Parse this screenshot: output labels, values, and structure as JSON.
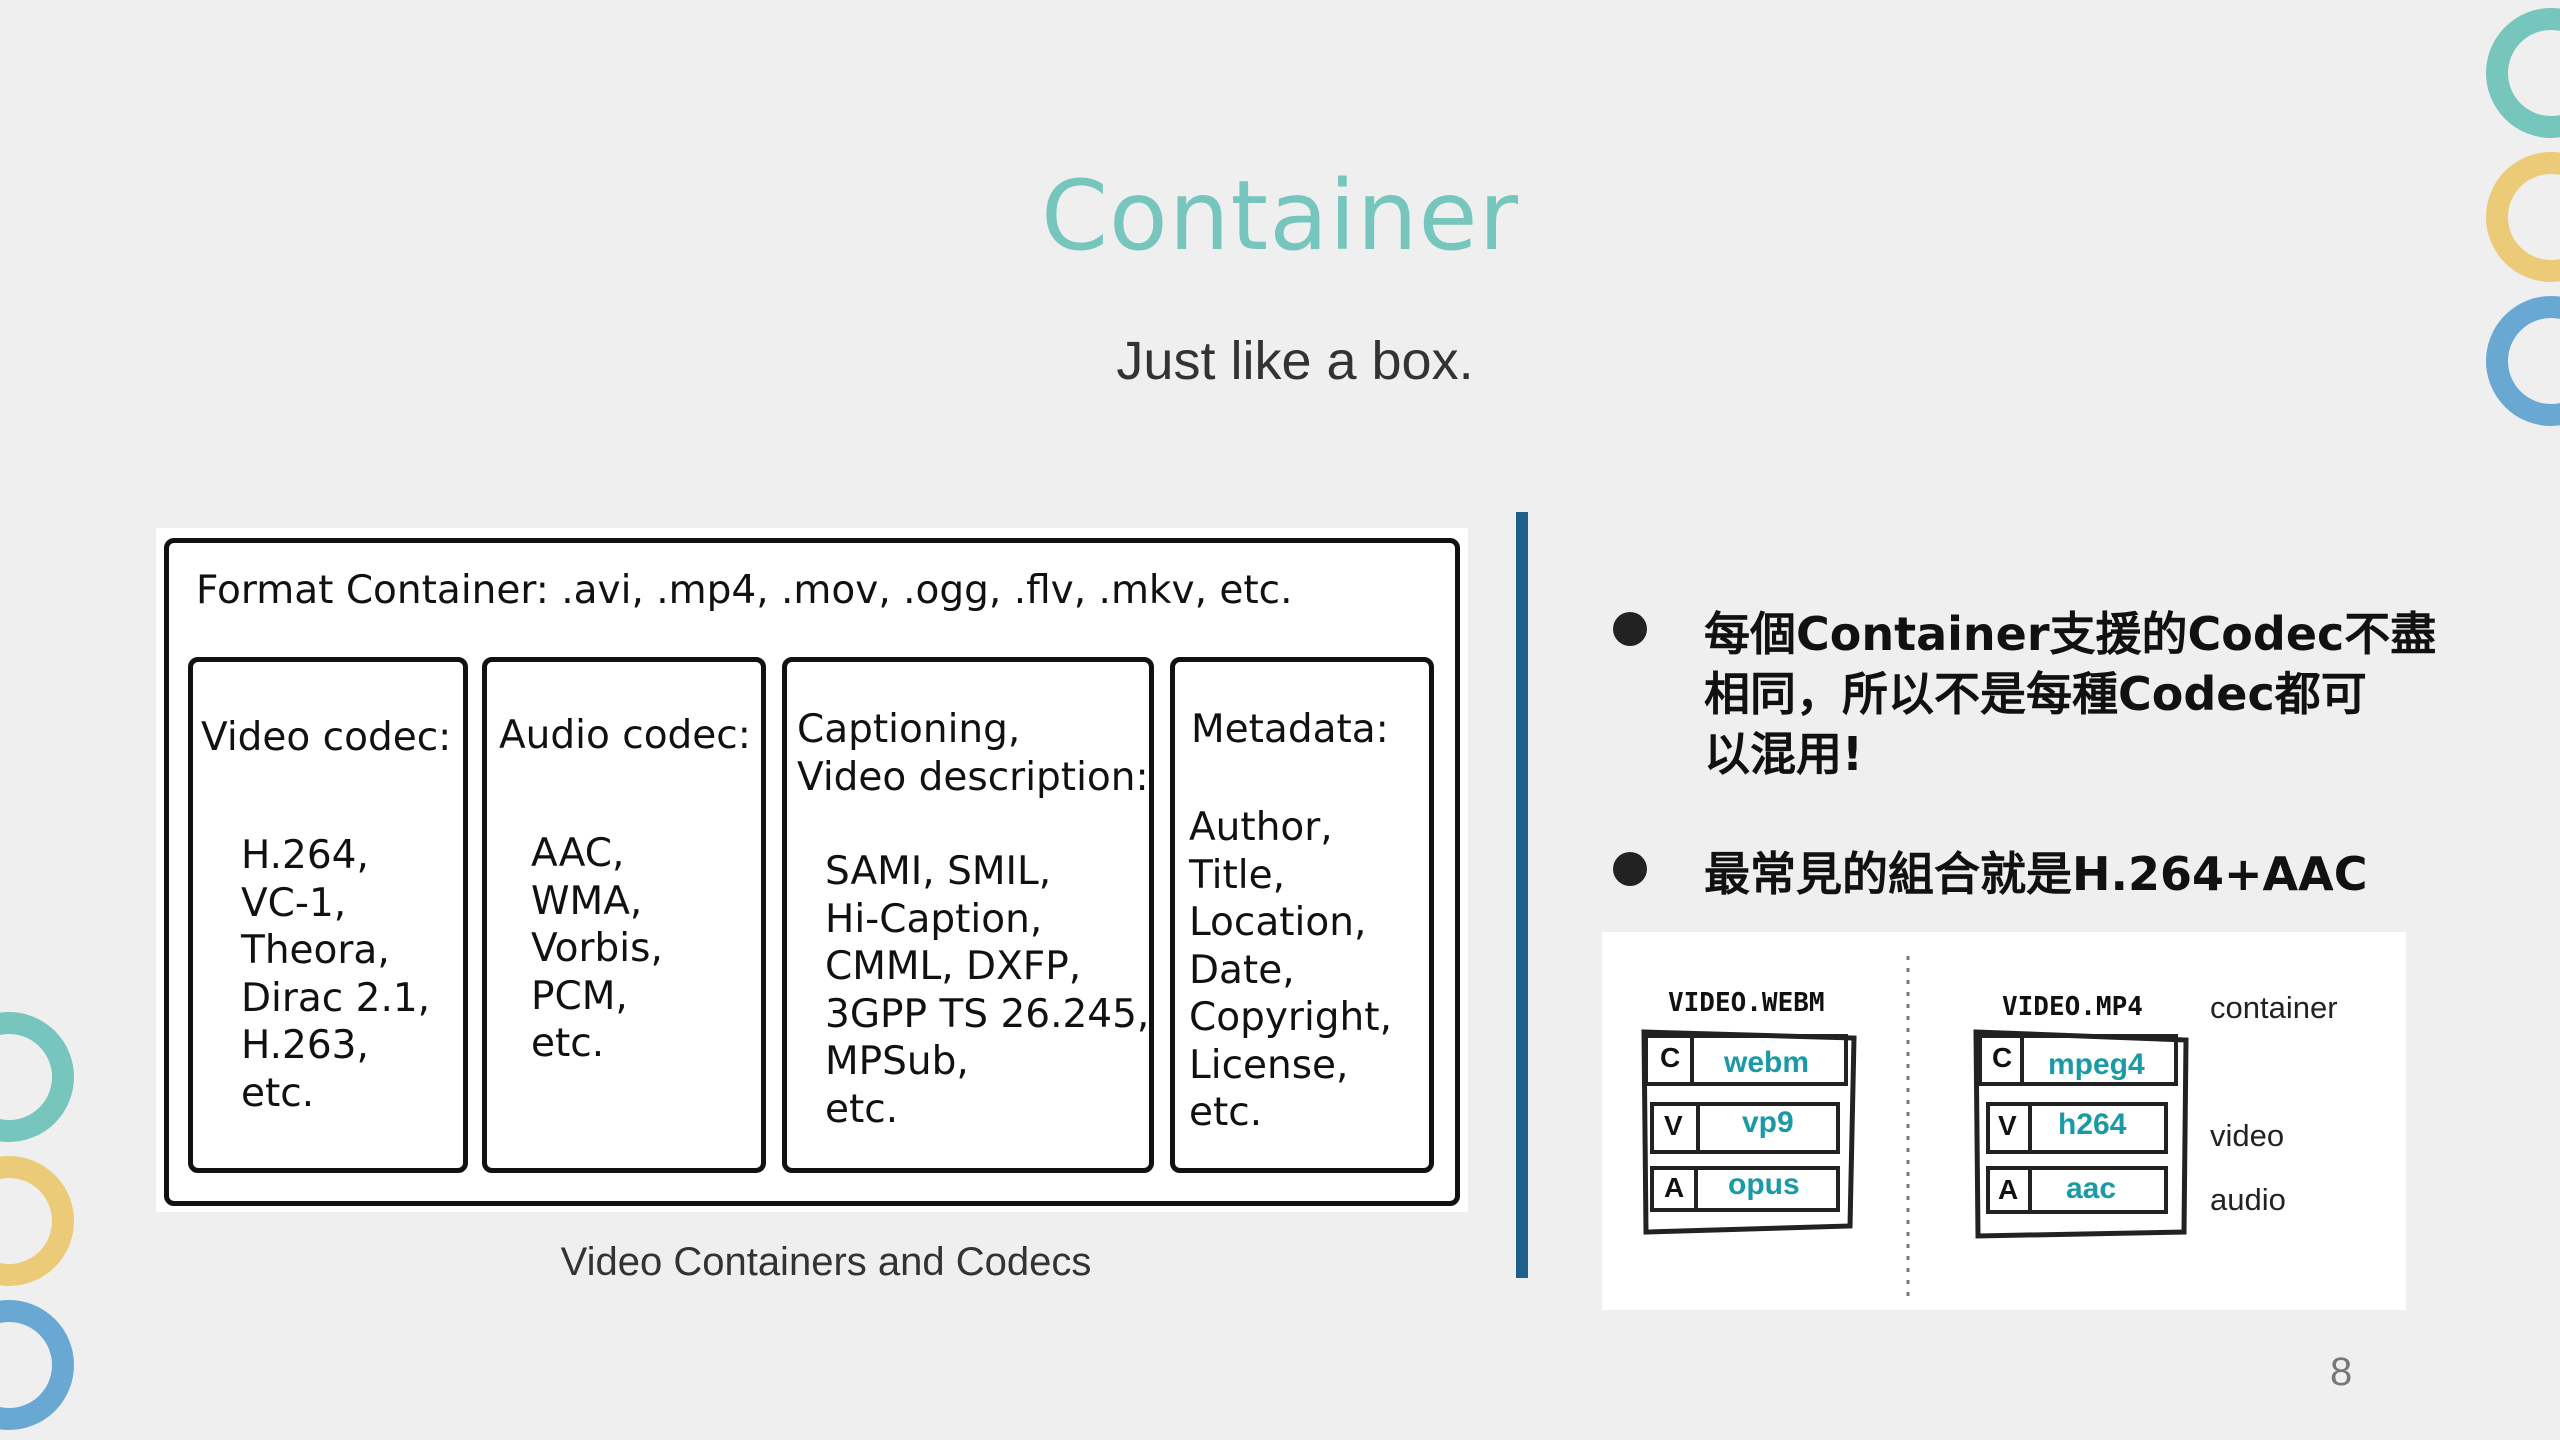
{
  "slide": {
    "title": "Container",
    "subtitle": "Just like a box.",
    "page_number": "8"
  },
  "diagram": {
    "format_container": "Format Container: .avi, .mp4, .mov, .ogg, .flv, .mkv, etc.",
    "boxes": [
      {
        "heading": "Video codec:",
        "items": "H.264,\nVC-1,\nTheora,\nDirac 2.1,\nH.263,\netc."
      },
      {
        "heading": "Audio codec:",
        "items": "AAC,\nWMA,\nVorbis,\nPCM,\netc."
      },
      {
        "heading": "Captioning,\nVideo description:",
        "items": "SAMI, SMIL,\nHi-Caption,\nCMML, DXFP,\n3GPP TS 26.245,\nMPSub,\netc."
      },
      {
        "heading": "Metadata:",
        "items": "Author,\nTitle,\nLocation,\nDate,\nCopyright,\nLicense,\netc."
      }
    ],
    "caption": "Video Containers and Codecs"
  },
  "bullets": [
    "每個Container支援的Codec不盡\n相同，所以不是每種Codec都可\n以混用!",
    "最常見的組合就是H.264+AAC"
  ],
  "illustration": {
    "left_title": "VIDEO.WEBM",
    "right_title": "VIDEO.MP4",
    "left": {
      "c_letter": "C",
      "c": "webm",
      "v_letter": "V",
      "v": "vp9",
      "a_letter": "A",
      "a": "opus"
    },
    "right": {
      "c_letter": "C",
      "c": "mpeg4",
      "v_letter": "V",
      "v": "h264",
      "a_letter": "A",
      "a": "aac"
    },
    "legend": {
      "container": "container",
      "video": "video",
      "audio": "audio"
    }
  },
  "colors": {
    "title": "#76c6bd",
    "divider": "#1f5f8b",
    "ring_teal": "#76c6bd",
    "ring_yellow": "#eccb78",
    "ring_blue": "#6aa8d4",
    "codec_text": "#1a9aa5"
  }
}
